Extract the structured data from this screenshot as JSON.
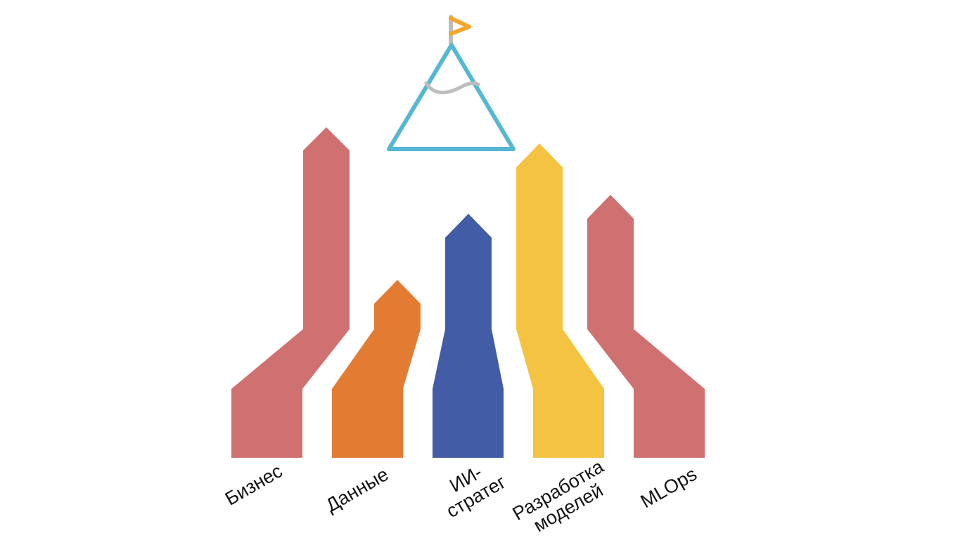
{
  "diagram": {
    "summit": {
      "mountain_icon": "mountain-outline-icon",
      "flag_icon": "flag-icon",
      "mountain_color": "#55B7D3",
      "flag_color": "#F4A62A",
      "snowline_color": "#BDBDBD"
    },
    "paths": [
      {
        "id": "business",
        "label_lines": [
          "Бизнес"
        ],
        "color": "#D07171"
      },
      {
        "id": "data",
        "label_lines": [
          "Данные"
        ],
        "color": "#E37C33"
      },
      {
        "id": "ai-strategist",
        "label_lines": [
          "ИИ-",
          "стратег"
        ],
        "color": "#425DA5"
      },
      {
        "id": "model-dev",
        "label_lines": [
          "Разработка",
          "моделей"
        ],
        "color": "#F5C342"
      },
      {
        "id": "mlops",
        "label_lines": [
          "MLOps"
        ],
        "color": "#D07171"
      }
    ]
  }
}
